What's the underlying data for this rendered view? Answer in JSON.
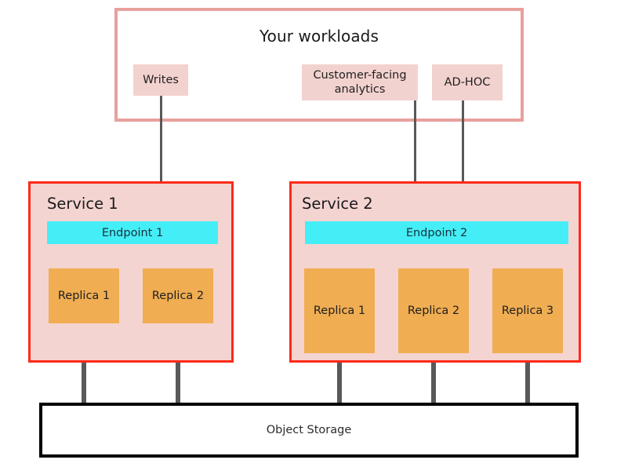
{
  "diagram": {
    "title": "Your workloads",
    "colors": {
      "workload_border": "#e8a09d",
      "workload_chip_fill": "#f2d2cf",
      "service_border": "#ff2a18",
      "service_fill": "#f4d4d1",
      "endpoint_fill": "#44eef7",
      "replica_fill": "#f0ad52",
      "storage_border": "#000000",
      "connector": "#595959",
      "canvas_background": "#ffffff"
    },
    "workloads": [
      {
        "label": "Writes",
        "target": "Endpoint 1"
      },
      {
        "label": "Customer-facing analytics",
        "target": "Endpoint 2"
      },
      {
        "label": "AD-HOC",
        "target": "Endpoint 2"
      }
    ],
    "services": [
      {
        "label": "Service 1",
        "endpoint": "Endpoint 1",
        "replicas": [
          {
            "label": "Replica 1"
          },
          {
            "label": "Replica 2"
          }
        ]
      },
      {
        "label": "Service 2",
        "endpoint": "Endpoint 2",
        "replicas": [
          {
            "label": "Replica 1"
          },
          {
            "label": "Replica 2"
          },
          {
            "label": "Replica 3"
          }
        ]
      }
    ],
    "storage": {
      "label": "Object Storage"
    }
  }
}
